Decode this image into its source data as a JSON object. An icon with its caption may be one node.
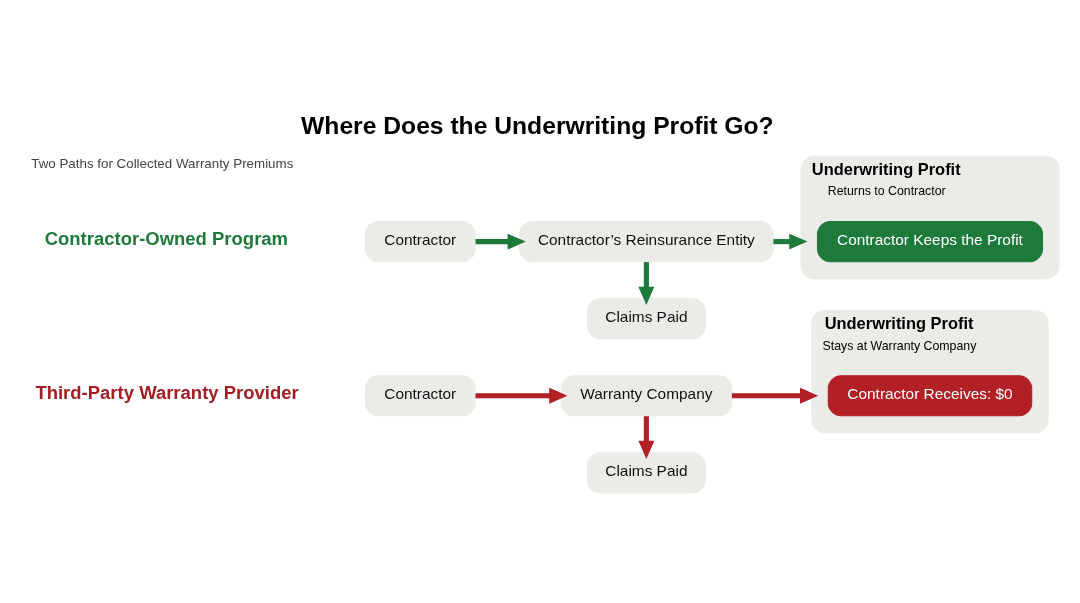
{
  "diagram": {
    "title": "Where Does the Underwriting Profit Go?",
    "nodes": [
      {
        "text": [
          "Contractor"
        ]
      },
      {
        "text": [
          "Warranty Company"
        ]
      },
      {
        "text": [
          "Claims Paid"
        ]
      },
      {
        "text": [
          "Underwriting Profit",
          "Stays at Warranty Company"
        ]
      },
      {
        "text": [
          "Contractor Receives: $0"
        ],
        "in": 3
      },
      {
        "text": [
          "Contractor"
        ]
      },
      {
        "text": [
          "Contractor’s Reinsurance Entity"
        ]
      },
      {
        "text": [
          "Claims Paid"
        ]
      },
      {
        "text": [
          "Underwriting Profit",
          "Returns to Contractor"
        ]
      },
      {
        "text": [
          "Contractor Keeps the Profit"
        ],
        "in": 8
      }
    ],
    "edges": [
      {
        "from": 0,
        "to": 1,
        "arrow": "to",
        "color": "#b21f24"
      },
      {
        "from": 1,
        "to": 2,
        "arrow": "to",
        "color": "#b21f24"
      },
      {
        "from": 1,
        "to": 3,
        "arrow": "to",
        "color": "#b21f24"
      },
      {
        "from": 5,
        "to": 6,
        "arrow": "to",
        "color": "#1d7a3a"
      },
      {
        "from": 6,
        "to": 7,
        "arrow": "to",
        "color": "#1d7a3a"
      },
      {
        "from": 6,
        "to": 8,
        "arrow": "to",
        "color": "#1d7a3a"
      }
    ],
    "labels": [
      "Two Paths for Collected Warranty Premiums",
      "Third-Party Warranty Provider",
      "Contractor-Owned Program"
    ]
  }
}
